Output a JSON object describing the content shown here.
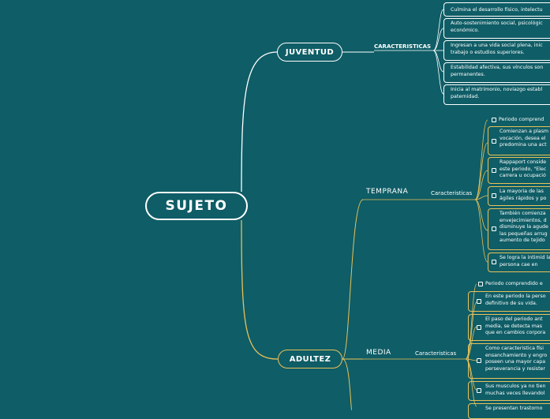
{
  "root": {
    "label": "SUJETO"
  },
  "juventud": {
    "label": "JUVENTUD",
    "connector": "CARACTERISTICAS",
    "items": [
      "Culmina el desarrollo físico, intelectu",
      "Auto-sostenimiento social, psicológic económico.",
      "Ingresan a una vida social plena, inic trabajo o estudios superiores.",
      "Estabilidad afectiva, sus vínculos son permanentes.",
      "Inicia al matrimonio, noviazgo establ paternidad."
    ]
  },
  "adultez": {
    "label": "ADULTEZ",
    "temprana": {
      "label": "TEMPRANA",
      "connector": "Caracteristicas",
      "first": "Periodo comprend",
      "items": [
        "Comienzan a plasm vocación, desea el predomina una act",
        "Rappaport conside este periodo, \"Elec carrera u ocupació",
        "La mayoria de las ágiles rápidos y po",
        "También comienza envejecimientos, d disminuye la agude las pequeñas arrug aumento de tejido",
        "Se logra la intimid la persona cae en"
      ]
    },
    "media": {
      "label": "MEDIA",
      "connector": "Caracteristicas",
      "first": "Periodo comprendido e",
      "items": [
        "En este periodo la perso definitivo de su vida.",
        "El paso del periodo ant media, se detecta mas que en cambios corpora",
        "Como caracteristica físi ensanchamiento y engro poseen una mayor capa perseverancia y resister",
        "Sus musculos ya no tien muchas veces llevandol",
        "Se presentan trastorno"
      ]
    }
  }
}
